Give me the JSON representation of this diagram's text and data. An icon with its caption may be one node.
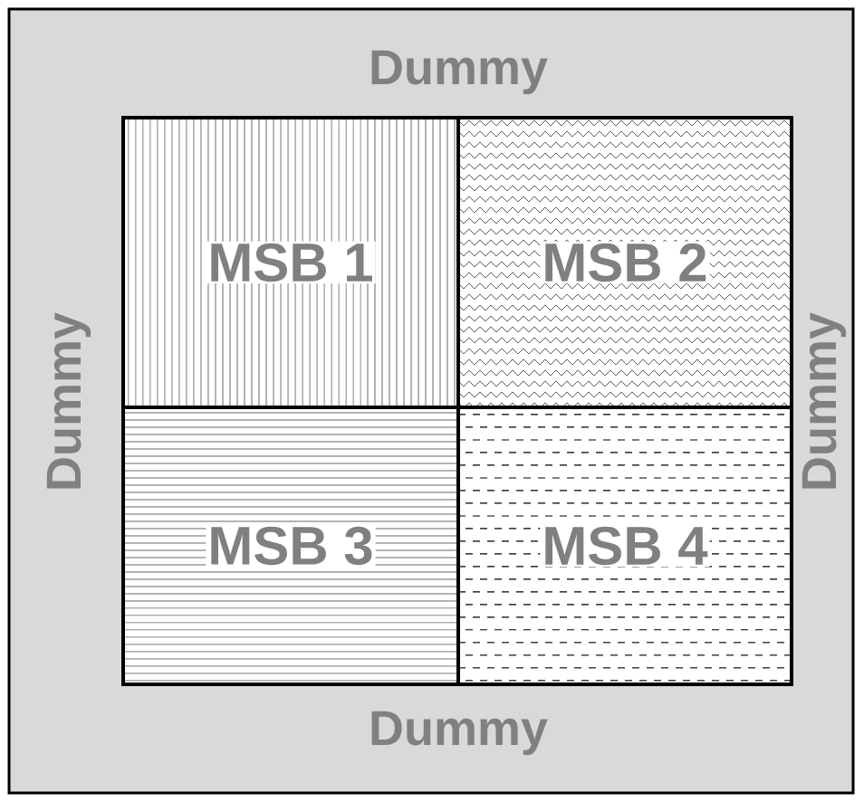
{
  "diagram": {
    "nodes": [
      {
        "text": [
          "MSB 1"
        ]
      },
      {
        "text": [
          "MSB 2"
        ]
      },
      {
        "text": [
          "MSB 3"
        ]
      },
      {
        "text": [
          "MSB 4"
        ]
      }
    ],
    "labels": [
      "Dummy",
      "Dummy",
      "Dummy",
      "Dummy"
    ]
  }
}
